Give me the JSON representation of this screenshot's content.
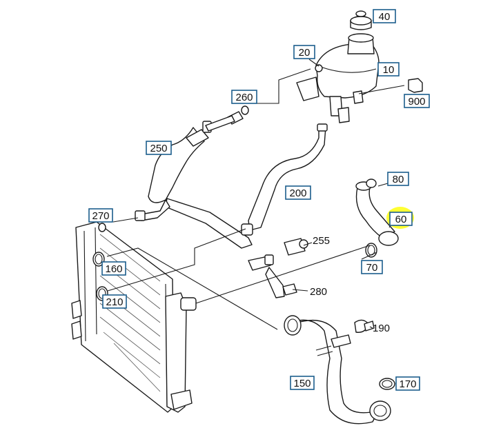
{
  "callouts": {
    "c10": "10",
    "c20": "20",
    "c40": "40",
    "c60": "60",
    "c70": "70",
    "c80": "80",
    "c150": "150",
    "c160": "160",
    "c170": "170",
    "c190": "190",
    "c200": "200",
    "c210": "210",
    "c250": "250",
    "c255": "255",
    "c260": "260",
    "c270": "270",
    "c280": "280",
    "c900": "900"
  },
  "colors": {
    "callout_border": "#1b5d8c",
    "highlight": "#ffff33",
    "line": "#1a1a1a"
  }
}
